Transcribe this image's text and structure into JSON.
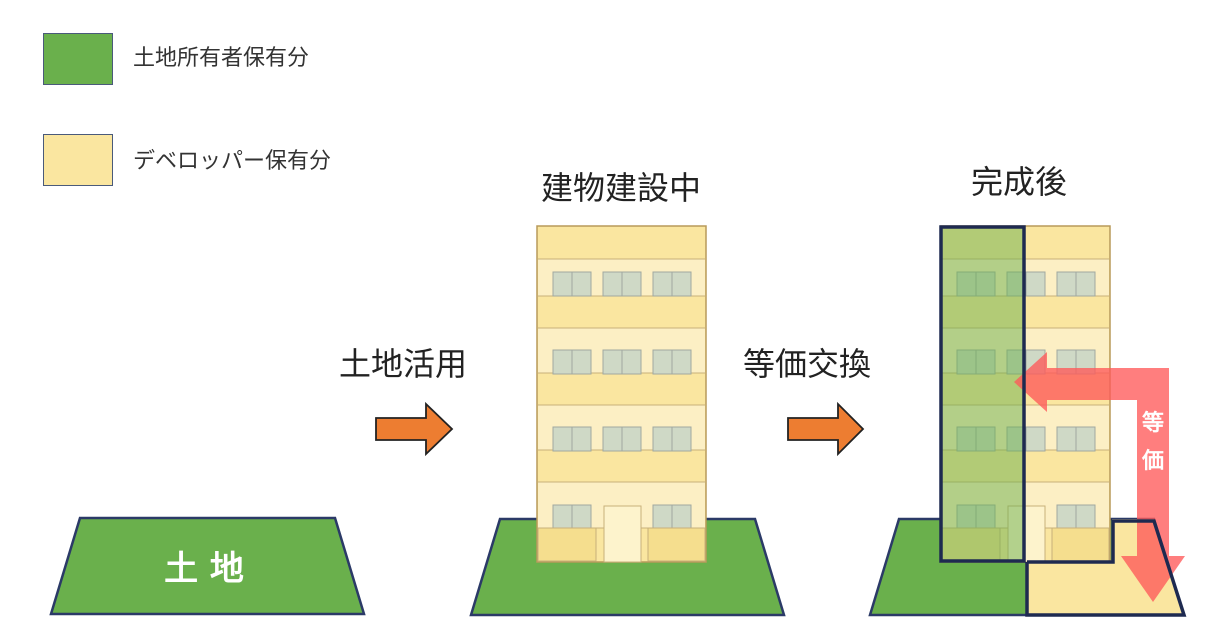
{
  "legend": [
    {
      "label": "土地所有者保有分",
      "color": "#6ab04c"
    },
    {
      "label": "デベロッパー保有分",
      "color": "#fae6a0"
    }
  ],
  "stages": {
    "land": {
      "label": "土 地"
    },
    "construction": {
      "title": "建物建設中"
    },
    "completed": {
      "title": "完成後"
    }
  },
  "arrows": {
    "first": {
      "label": "土地活用"
    },
    "second": {
      "label": "等価交換"
    }
  },
  "exchange": {
    "label_line1": "等",
    "label_line2": "価"
  },
  "colors": {
    "green": "#6ab04c",
    "yellow": "#fae6a0",
    "arrow_orange": "#ed7d31",
    "exchange_arrow": "#ff5a5a",
    "outline": "#2b3a67"
  }
}
